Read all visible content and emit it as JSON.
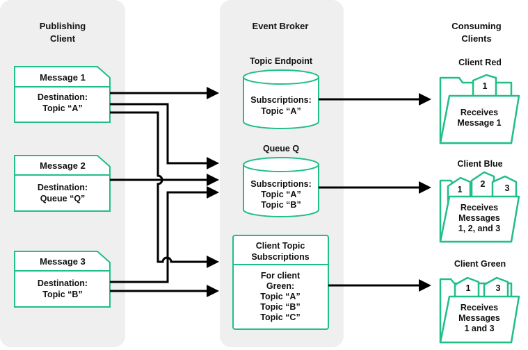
{
  "colors": {
    "accent": "#1fbf86",
    "panel": "#efefef",
    "line": "#000000"
  },
  "publishing": {
    "title": [
      "Publishing",
      "Client"
    ],
    "messages": [
      {
        "label": "Message 1",
        "dest": [
          "Destination:",
          "Topic “A”"
        ]
      },
      {
        "label": "Message 2",
        "dest": [
          "Destination:",
          "Queue “Q”"
        ]
      },
      {
        "label": "Message 3",
        "dest": [
          "Destination:",
          "Topic “B”"
        ]
      }
    ]
  },
  "broker": {
    "title": "Event Broker",
    "topic_endpoint": {
      "title": "Topic Endpoint",
      "lines": [
        "Subscriptions:",
        "Topic “A”"
      ]
    },
    "queue": {
      "title": "Queue Q",
      "lines": [
        "Subscriptions:",
        "Topic “A”",
        "Topic “B”"
      ]
    },
    "client_subs": {
      "header": [
        "Client Topic",
        "Subscriptions"
      ],
      "lines": [
        "For client",
        "Green:",
        "Topic “A”",
        "Topic “B”",
        "Topic “C”"
      ]
    }
  },
  "consuming": {
    "title": [
      "Consuming",
      "Clients"
    ],
    "clients": [
      {
        "name": "Client Red",
        "tabs": [
          "1"
        ],
        "text": [
          "Receives",
          "Message 1"
        ]
      },
      {
        "name": "Client Blue",
        "tabs": [
          "1",
          "2",
          "3"
        ],
        "text": [
          "Receives",
          "Messages",
          "1, 2, and 3"
        ]
      },
      {
        "name": "Client Green",
        "tabs": [
          "1",
          "3"
        ],
        "text": [
          "Receives",
          "Messages",
          "1 and 3"
        ]
      }
    ]
  }
}
